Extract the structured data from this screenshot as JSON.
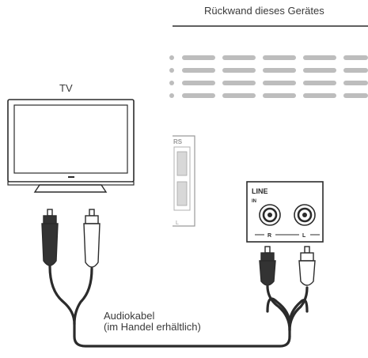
{
  "rear_panel_title": "Rückwand dieses Gerätes",
  "tv_label": "TV",
  "cable_label_line1": "Audiokabel",
  "cable_label_line2": "(im Handel erhältlich)",
  "jack_panel": {
    "title": "LINE",
    "subtitle": "IN",
    "right_label": "R",
    "left_label": "L"
  },
  "speaker_terminal_label": "RS",
  "speaker_terminal_sub": "L",
  "colors": {
    "line": "#2b2b2b",
    "plug_dark": "#333333",
    "plug_light": "#ffffff",
    "vent": "#bdbdbd",
    "text": "#3a3a3a"
  }
}
